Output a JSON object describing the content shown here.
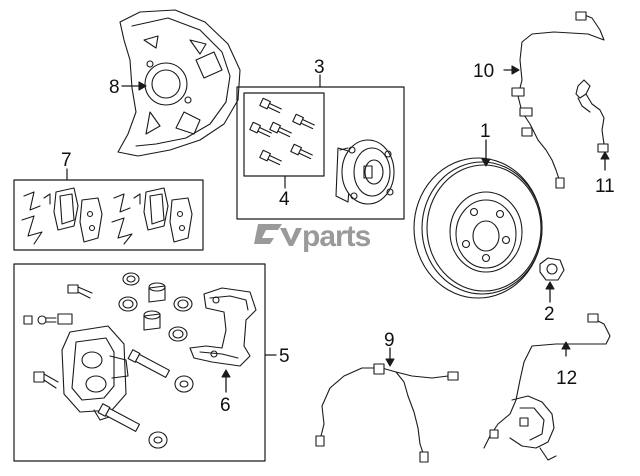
{
  "diagram": {
    "watermark": "parts",
    "callouts": [
      {
        "id": "1",
        "label": "1"
      },
      {
        "id": "2",
        "label": "2"
      },
      {
        "id": "3",
        "label": "3"
      },
      {
        "id": "4",
        "label": "4"
      },
      {
        "id": "5",
        "label": "5"
      },
      {
        "id": "6",
        "label": "6"
      },
      {
        "id": "7",
        "label": "7"
      },
      {
        "id": "8",
        "label": "8"
      },
      {
        "id": "9",
        "label": "9"
      },
      {
        "id": "10",
        "label": "10"
      },
      {
        "id": "11",
        "label": "11"
      },
      {
        "id": "12",
        "label": "12"
      }
    ],
    "parts": [
      {
        "id": "1",
        "icon": "brake-rotor-icon"
      },
      {
        "id": "2",
        "icon": "lock-nut-icon"
      },
      {
        "id": "3",
        "icon": "hub-bearing-kit-icon"
      },
      {
        "id": "4",
        "icon": "hub-bolts-icon"
      },
      {
        "id": "5",
        "icon": "caliper-assembly-icon"
      },
      {
        "id": "6",
        "icon": "caliper-bracket-icon"
      },
      {
        "id": "7",
        "icon": "brake-pads-icon"
      },
      {
        "id": "8",
        "icon": "splash-shield-icon"
      },
      {
        "id": "9",
        "icon": "brake-hose-icon"
      },
      {
        "id": "10",
        "icon": "abs-sensor-icon"
      },
      {
        "id": "11",
        "icon": "wear-sensor-icon"
      },
      {
        "id": "12",
        "icon": "wire-harness-icon"
      }
    ],
    "colors": {
      "line": "#1a1a1a",
      "fill": "#ffffff",
      "watermark": "#9a9a9a"
    }
  }
}
